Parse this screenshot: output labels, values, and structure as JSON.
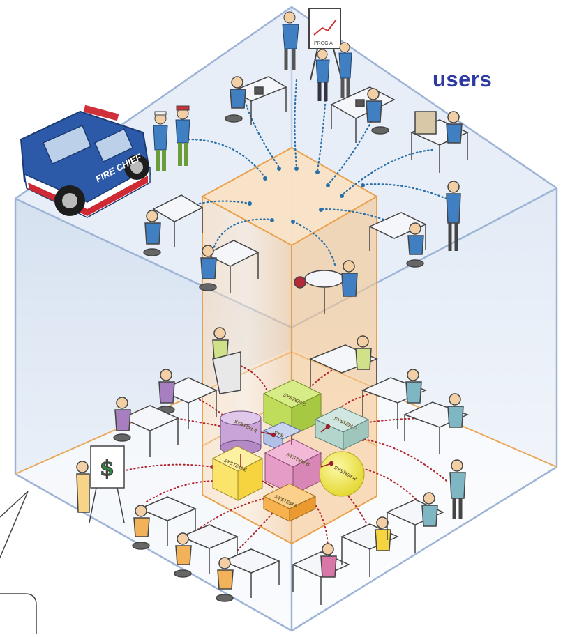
{
  "label": "users",
  "systems": {
    "a": "SYSTEM A",
    "b": "SYSTEM B",
    "c": "SYSTEM C",
    "d": "SYSTEM D",
    "e": "SYSTEM E",
    "f": "SYSTEM F",
    "g": "SYS",
    "h": "SYSTEM H"
  },
  "flip_chart_text": "PROG A",
  "vehicle_text": "FIRE CHIEF",
  "money_symbol": "$",
  "colors": {
    "label": "#2f3aa0",
    "box_edge": "#9eb4d6",
    "floor_upper": "#dfe8f5",
    "column": "#f7c999",
    "dots_upper": "#2a6fa8",
    "dots_lower": "#b3242e"
  }
}
